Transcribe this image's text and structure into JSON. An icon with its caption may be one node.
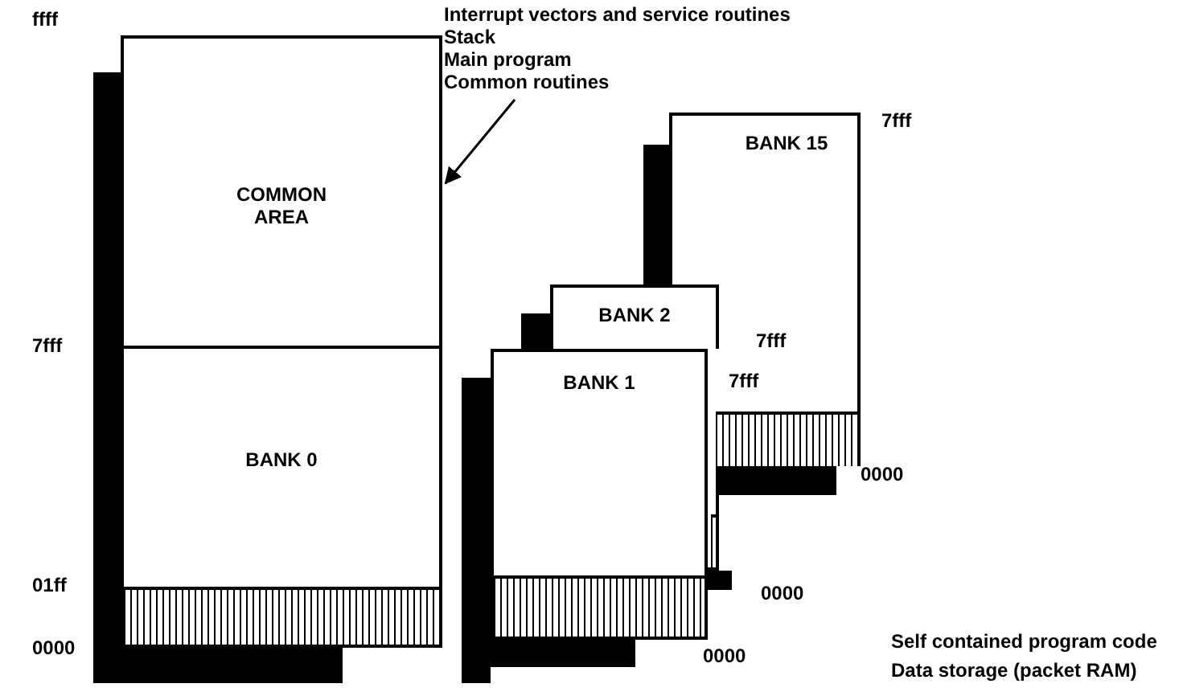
{
  "diagram": {
    "nodes": [
      {
        "text": [
          "Interrupt vectors and service routines",
          "Stack",
          "Main program",
          "Common routines"
        ]
      },
      {
        "text": [
          "COMMON AREA"
        ]
      },
      {
        "text": [
          "BANK 0"
        ]
      },
      {
        "text": [
          "BANK 15"
        ]
      },
      {
        "text": [
          "BANK 2"
        ]
      },
      {
        "text": [
          "BANK 1"
        ]
      },
      {
        "text": [],
        "shape": "bar",
        "in": 2
      },
      {
        "text": [],
        "shape": "bar",
        "in": 3
      },
      {
        "text": [],
        "shape": "bar"
      },
      {
        "text": [],
        "shape": "bar",
        "in": 5
      }
    ],
    "edges": [
      {
        "from": 0,
        "to": 1,
        "arrow": "to"
      }
    ],
    "labels": [
      "ffff",
      "7fff",
      "7fff",
      "7fff",
      "7fff",
      "0000",
      "01ff",
      "0000",
      "0000",
      "0000",
      "Self contained program code",
      "Data storage (packet RAM)"
    ]
  }
}
